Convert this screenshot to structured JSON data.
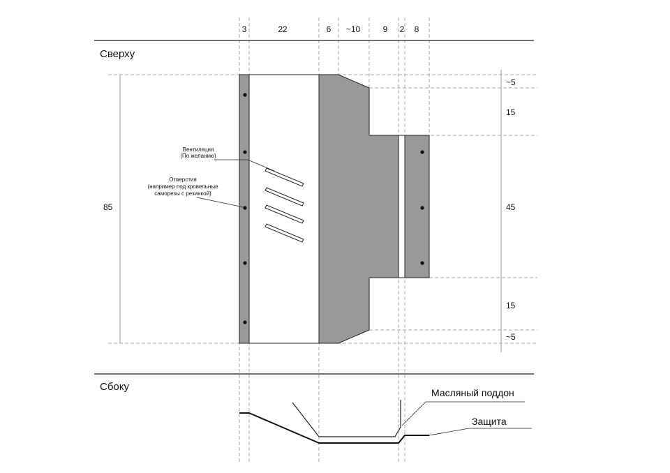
{
  "dimensions_top": [
    "3",
    "22",
    "6",
    "~10",
    "9",
    "2",
    "8"
  ],
  "dimensions_right": [
    "~5",
    "15",
    "45",
    "15",
    "~5"
  ],
  "dimension_left": "85",
  "sections": {
    "top": "Сверху",
    "side": "Сбоку"
  },
  "annotations": {
    "ventilation": [
      "Вентиляция",
      "(По желанию)"
    ],
    "holes": [
      "Отверстия",
      "(например под кровельные",
      "саморезы с резинкой)"
    ]
  },
  "side_labels": {
    "oil_pan": "Масляный поддон",
    "protection": "Защита"
  },
  "colors": {
    "fill": "#999999",
    "stroke": "#222222",
    "guide": "#aaaaaa",
    "page": "#ffffff"
  }
}
